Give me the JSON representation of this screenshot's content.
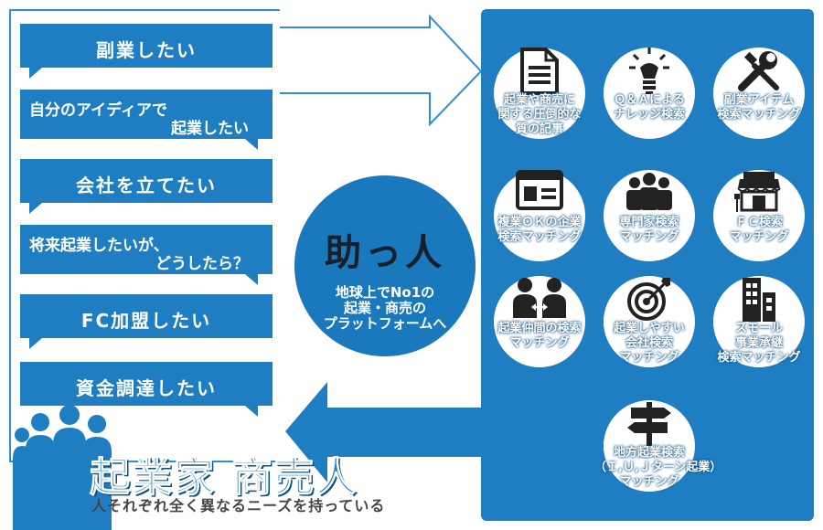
{
  "needs": {
    "n1": "副業したい",
    "n2_line1": "自分のアイディアで",
    "n2_line2": "起業したい",
    "n3": "会社を立てたい",
    "n4_line1": "将来起業したいが、",
    "n4_line2": "どうしたら？",
    "n5": "FC加盟したい",
    "n6": "資金調達したい"
  },
  "center": {
    "logo": "助っ人",
    "line1": "地球上でNo1の",
    "line2": "起業・商売の",
    "line3": "プラットフォームへ"
  },
  "services": [
    {
      "lines": [
        "起業や商売に",
        "関する圧倒的な",
        "質の記事"
      ],
      "icon": "document-icon"
    },
    {
      "lines": [
        "Ｑ＆Ａによる",
        "ナレッジ検索"
      ],
      "icon": "lightbulb-icon"
    },
    {
      "lines": [
        "副業アイテム",
        "検索マッチング"
      ],
      "icon": "tools-icon"
    },
    {
      "lines": [
        "複業ＯＫの企業",
        "検索マッチング"
      ],
      "icon": "id-card-icon"
    },
    {
      "lines": [
        "専門家検索",
        "マッチング"
      ],
      "icon": "group-icon"
    },
    {
      "lines": [
        "ＦＣ検索",
        "マッチング"
      ],
      "icon": "shop-icon"
    },
    {
      "lines": [
        "起業仲間の検索",
        "マッチング"
      ],
      "icon": "partners-icon"
    },
    {
      "lines": [
        "起業しやすい",
        "会社検索",
        "マッチング"
      ],
      "icon": "target-icon"
    },
    {
      "lines": [
        "スモール",
        "事業承継",
        "検索マッチング"
      ],
      "icon": "building-icon"
    },
    {
      "lines": [
        "地方起業検索",
        "（Ｉ,Ｕ,Ｊターン起業）",
        "マッチング"
      ],
      "icon": "signpost-icon"
    }
  ],
  "footer": {
    "title": "起業家 商売人",
    "subtitle": "人それぞれ全く異なるニーズを持っている"
  },
  "colors": {
    "primary": "#1f7ec2",
    "frame": "#2f8fd1",
    "dark": "#15202b"
  }
}
